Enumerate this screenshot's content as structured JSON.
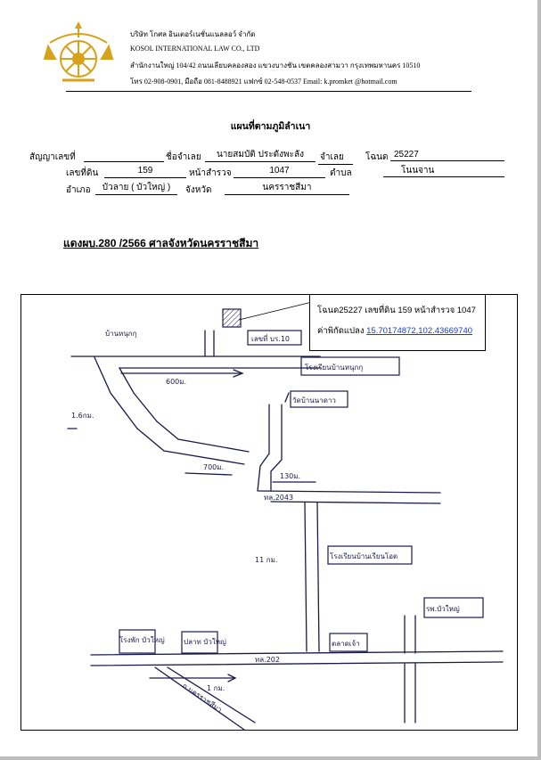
{
  "company": {
    "name_th": "บริษัท โกศล อินเตอร์เนชั่นแนลลอว์ จำกัด",
    "name_en": "KOSOL INTERNATIONAL LAW CO., LTD",
    "address": "สำนักงานใหญ่ 104/42 ถนนเลียบคลองสอง แขวงบางชัน เขตคลองสามวา กรุงเทพมหานคร 10510",
    "contact": "โทร 02-908-0901, มือถือ 081-8488921 แฟกซ์ 02-548-0537 Email: k.promket @hotmail.com"
  },
  "document": {
    "title": "แผนที่ตามภูมิลำเนา",
    "labels": {
      "contract_no": "สัญญาเลขที่",
      "debtor_name": "ชื่อจำเลย",
      "debtor_role": "จำเลย",
      "deed": "โฉนด",
      "land_no": "เลขที่ดิน",
      "survey_page": "หน้าสำรวจ",
      "subdistrict": "ตำบล",
      "district": "อำเภอ",
      "province": "จังหวัด"
    },
    "values": {
      "contract_no": "",
      "debtor_name": "นายสมบัติ ประดังพะลัง",
      "deed": "25227",
      "land_no": "159",
      "survey_page": "1047",
      "subdistrict": "โนนจาน",
      "district": "บัวลาย ( บัวใหญ่ )",
      "province": "นครราชสีมา"
    },
    "case": "แดงผบ.280 /2566 ศาลจังหวัดนครราชสีมา"
  },
  "map": {
    "callout": {
      "line1": "โฉนด25227 เลขที่ดิน 159 หน้าสำรวจ 1047",
      "coord_label": "ค่าพิกัดแปลง",
      "coord_value": "15.70174872,102.43669740"
    },
    "labels": {
      "village": "บ้านหนุกกุ",
      "sign_no": "เลขที่ บร.10",
      "dist_600": "600ม.",
      "school": "โรงเรียนบ้านหนุกกุ",
      "dist_1_6": "1.6กม.",
      "temple": "วัดบ้านนาดาว",
      "dist_700": "700ม.",
      "dist_130": "130ม.",
      "road_2043": "ทล.2043",
      "dist_11": "11 กม.",
      "school2": "โรงเรียนบ้านเรียนโอด",
      "to_buayai": "รพ.บัวใหญ่",
      "to_buayai_left": "โรงพัก บัวใหญ่",
      "market": "ปลาท บัวใหญ่",
      "police": "ตลาดเจ้า",
      "road_202": "ทล.202",
      "dist_1": "1 กม.",
      "to_korat": "ถ.นครราชสีมา"
    }
  }
}
